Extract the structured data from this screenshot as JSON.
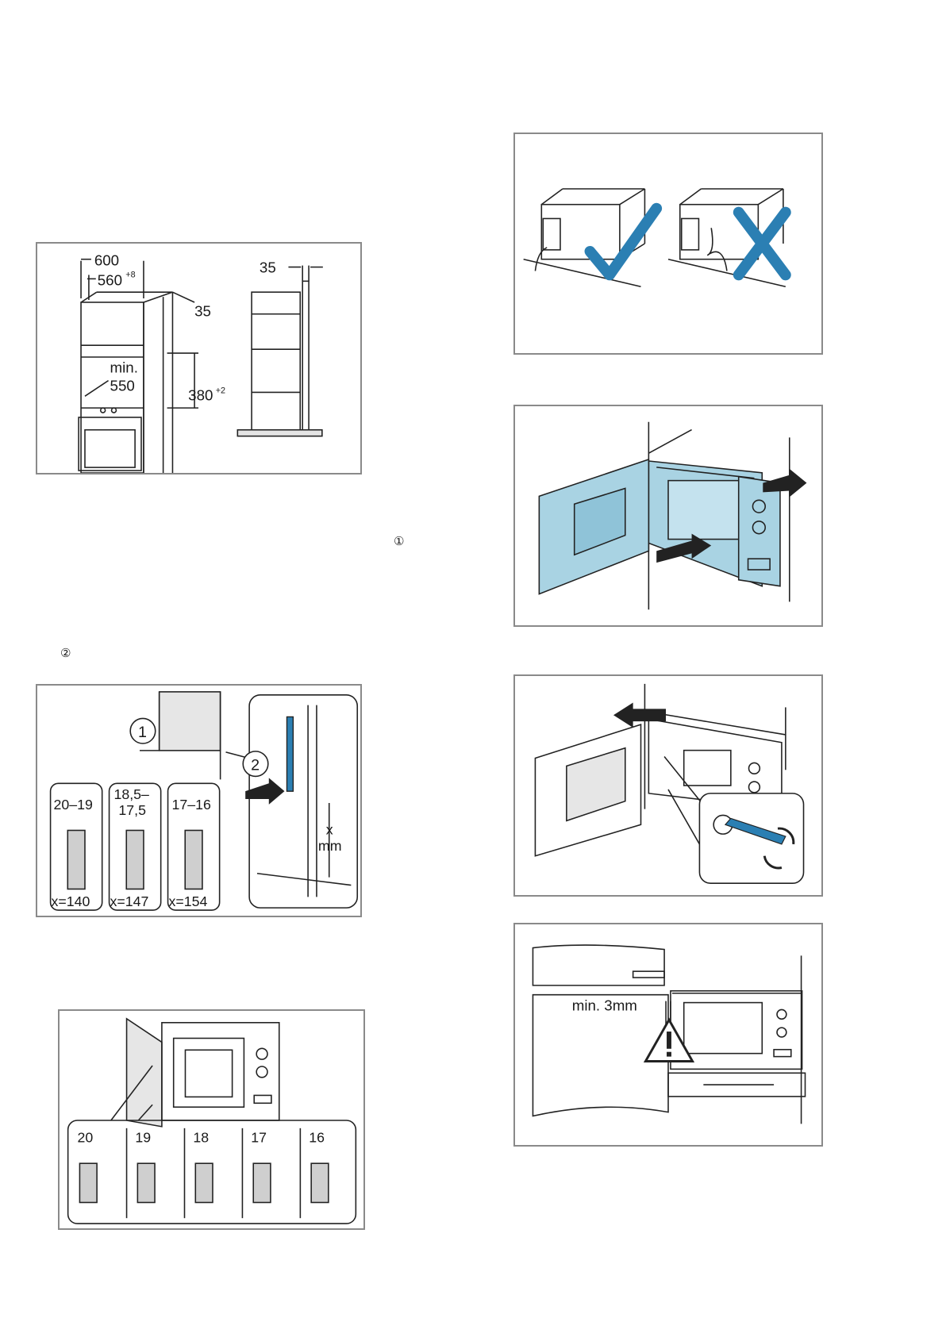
{
  "callouts": {
    "ref_1": "①",
    "ref_2": "②"
  },
  "fig1": {
    "w600": "600",
    "w560": "560",
    "w560_tol": "+8",
    "side35": "35",
    "min_label": "min.",
    "min550": "550",
    "h380": "380",
    "h380_tol": "+2",
    "top35": "35"
  },
  "fig3": {
    "ref1": "1",
    "ref2": "2",
    "sizes": [
      {
        "range": "20–19",
        "range2": "",
        "x": "x=140"
      },
      {
        "range": "18,5–",
        "range2": "17,5",
        "x": "x=147"
      },
      {
        "range": "17–16",
        "range2": "",
        "x": "x=154"
      }
    ],
    "x_label": "x",
    "mm_label": "mm"
  },
  "fig4": {
    "panels": [
      "20",
      "19",
      "18",
      "17",
      "16"
    ]
  },
  "fig8": {
    "gap_label": "min. 3mm"
  },
  "colors": {
    "appliance_blue": "#a9d3e3",
    "accent_blue": "#2b7fb3",
    "outline": "#222222",
    "frame": "#8a8a8a"
  }
}
